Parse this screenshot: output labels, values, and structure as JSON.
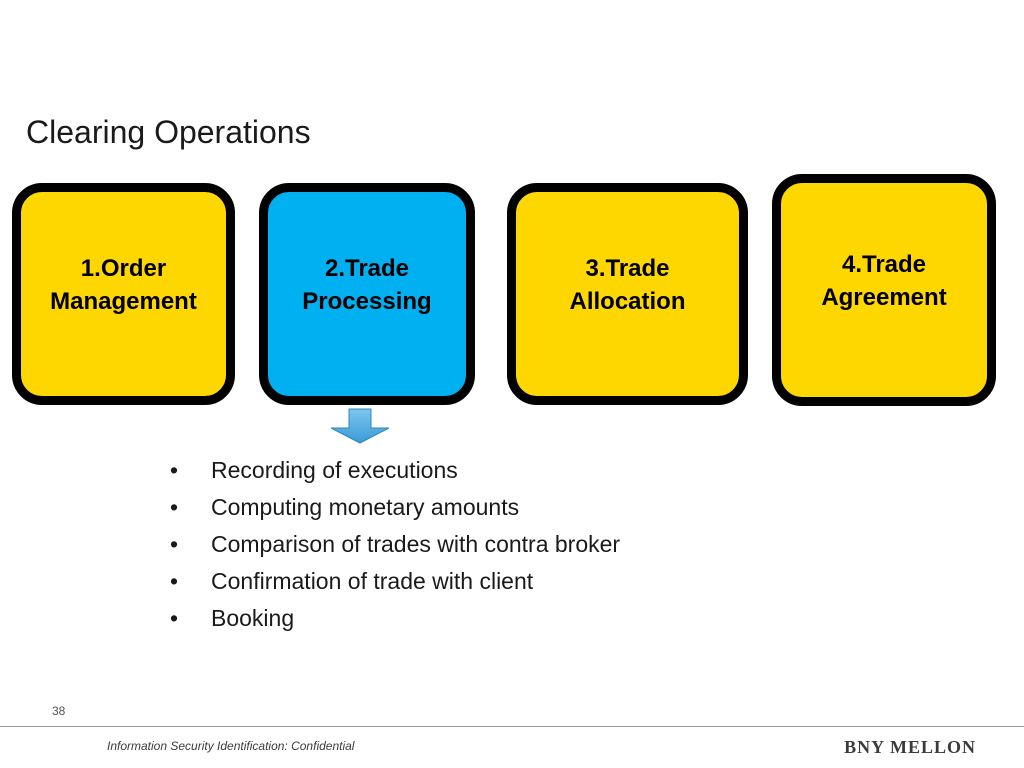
{
  "slide": {
    "title": "Clearing Operations",
    "page_number": "38",
    "footer": "Information Security Identification: Confidential",
    "logo": "BNY MELLON"
  },
  "steps": [
    {
      "label": "1.Order\nManagement",
      "color": "#ffd700"
    },
    {
      "label": "2.Trade\nProcessing",
      "color": "#00b0f0",
      "highlighted": true
    },
    {
      "label": "3.Trade\nAllocation",
      "color": "#ffd700"
    },
    {
      "label": "4.Trade\nAgreement",
      "color": "#ffd700"
    }
  ],
  "arrow": {
    "icon": "down-arrow-icon",
    "color": "#4aa8dc"
  },
  "bullets": {
    "marker": "•",
    "items": [
      "Recording of executions",
      "Computing monetary amounts",
      "Comparison of trades with contra broker",
      "Confirmation of trade with client",
      "Booking"
    ]
  }
}
